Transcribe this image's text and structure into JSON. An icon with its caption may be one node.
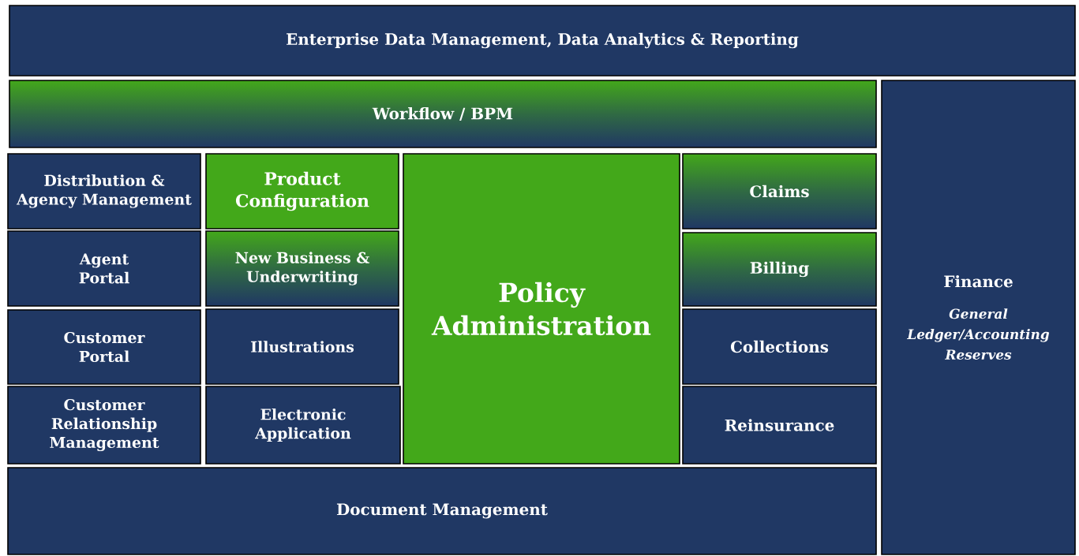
{
  "diagram": {
    "nodes": [
      {
        "text": [
          "Enterprise Data Management, Data Analytics & Reporting"
        ]
      },
      {
        "text": [
          "Workflow / BPM"
        ]
      },
      {
        "text": [
          "Distribution & Agency Management"
        ]
      },
      {
        "text": [
          "Product Configuration"
        ]
      },
      {
        "text": [
          "Policy Administration"
        ]
      },
      {
        "text": [
          "Claims"
        ]
      },
      {
        "text": [
          "Agent Portal"
        ]
      },
      {
        "text": [
          "New Business & Underwriting"
        ]
      },
      {
        "text": [
          "Billing"
        ]
      },
      {
        "text": [
          "Customer Portal"
        ]
      },
      {
        "text": [
          "Illustrations"
        ]
      },
      {
        "text": [
          "Collections"
        ]
      },
      {
        "text": [
          "Customer Relationship Management"
        ]
      },
      {
        "text": [
          "Electronic Application"
        ]
      },
      {
        "text": [
          "Reinsurance"
        ]
      },
      {
        "text": [
          "Document Management"
        ]
      },
      {
        "text": [
          "Finance",
          "General Ledger/Accounting Reserves"
        ]
      }
    ]
  }
}
